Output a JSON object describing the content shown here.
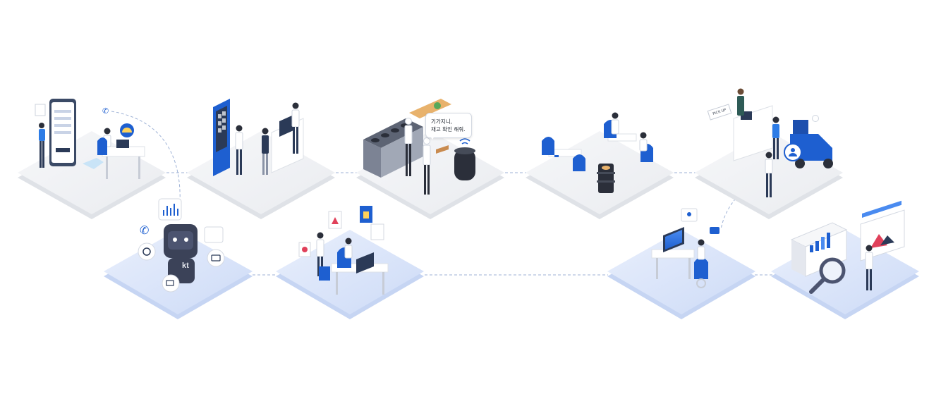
{
  "speech_bubble": {
    "line1": "기가지니,",
    "line2": "재고 확인 해줘."
  },
  "pickup_sign": "PICK UP",
  "robot_logo": "kt",
  "colors": {
    "accent_blue": "#1e5fd0",
    "navy": "#2b3a57",
    "platform_gray": "#eef0f3",
    "platform_blue": "#dbe6fb",
    "connector": "#9eb2d6"
  },
  "stages": [
    {
      "id": "reservation-call",
      "row": "top",
      "icons": [
        "smartphone-icon",
        "phone-icon",
        "cloche-icon"
      ]
    },
    {
      "id": "kiosk-order",
      "row": "top",
      "icons": [
        "kiosk-icon"
      ]
    },
    {
      "id": "kitchen-voice-assistant",
      "row": "top",
      "icons": [
        "ai-speaker-icon",
        "food-tray-icon"
      ]
    },
    {
      "id": "dining-serving-robot",
      "row": "top",
      "icons": [
        "serving-robot-icon"
      ]
    },
    {
      "id": "pickup-delivery",
      "row": "top",
      "icons": [
        "delivery-scooter-icon",
        "profile-icon"
      ]
    },
    {
      "id": "ai-call-robot",
      "row": "bottom",
      "icons": [
        "phone-icon",
        "clock-icon",
        "truck-icon",
        "wallet-icon",
        "chat-icon"
      ]
    },
    {
      "id": "marketing-office",
      "row": "bottom",
      "icons": [
        "laptop-icon",
        "chart-icon",
        "badge-icon"
      ]
    },
    {
      "id": "customer-management",
      "row": "bottom",
      "icons": [
        "monitor-icon",
        "profile-icon",
        "chat-icon"
      ]
    },
    {
      "id": "data-analytics",
      "row": "bottom",
      "icons": [
        "magnifier-icon",
        "bar-chart-icon",
        "pie-chart-icon"
      ]
    }
  ]
}
